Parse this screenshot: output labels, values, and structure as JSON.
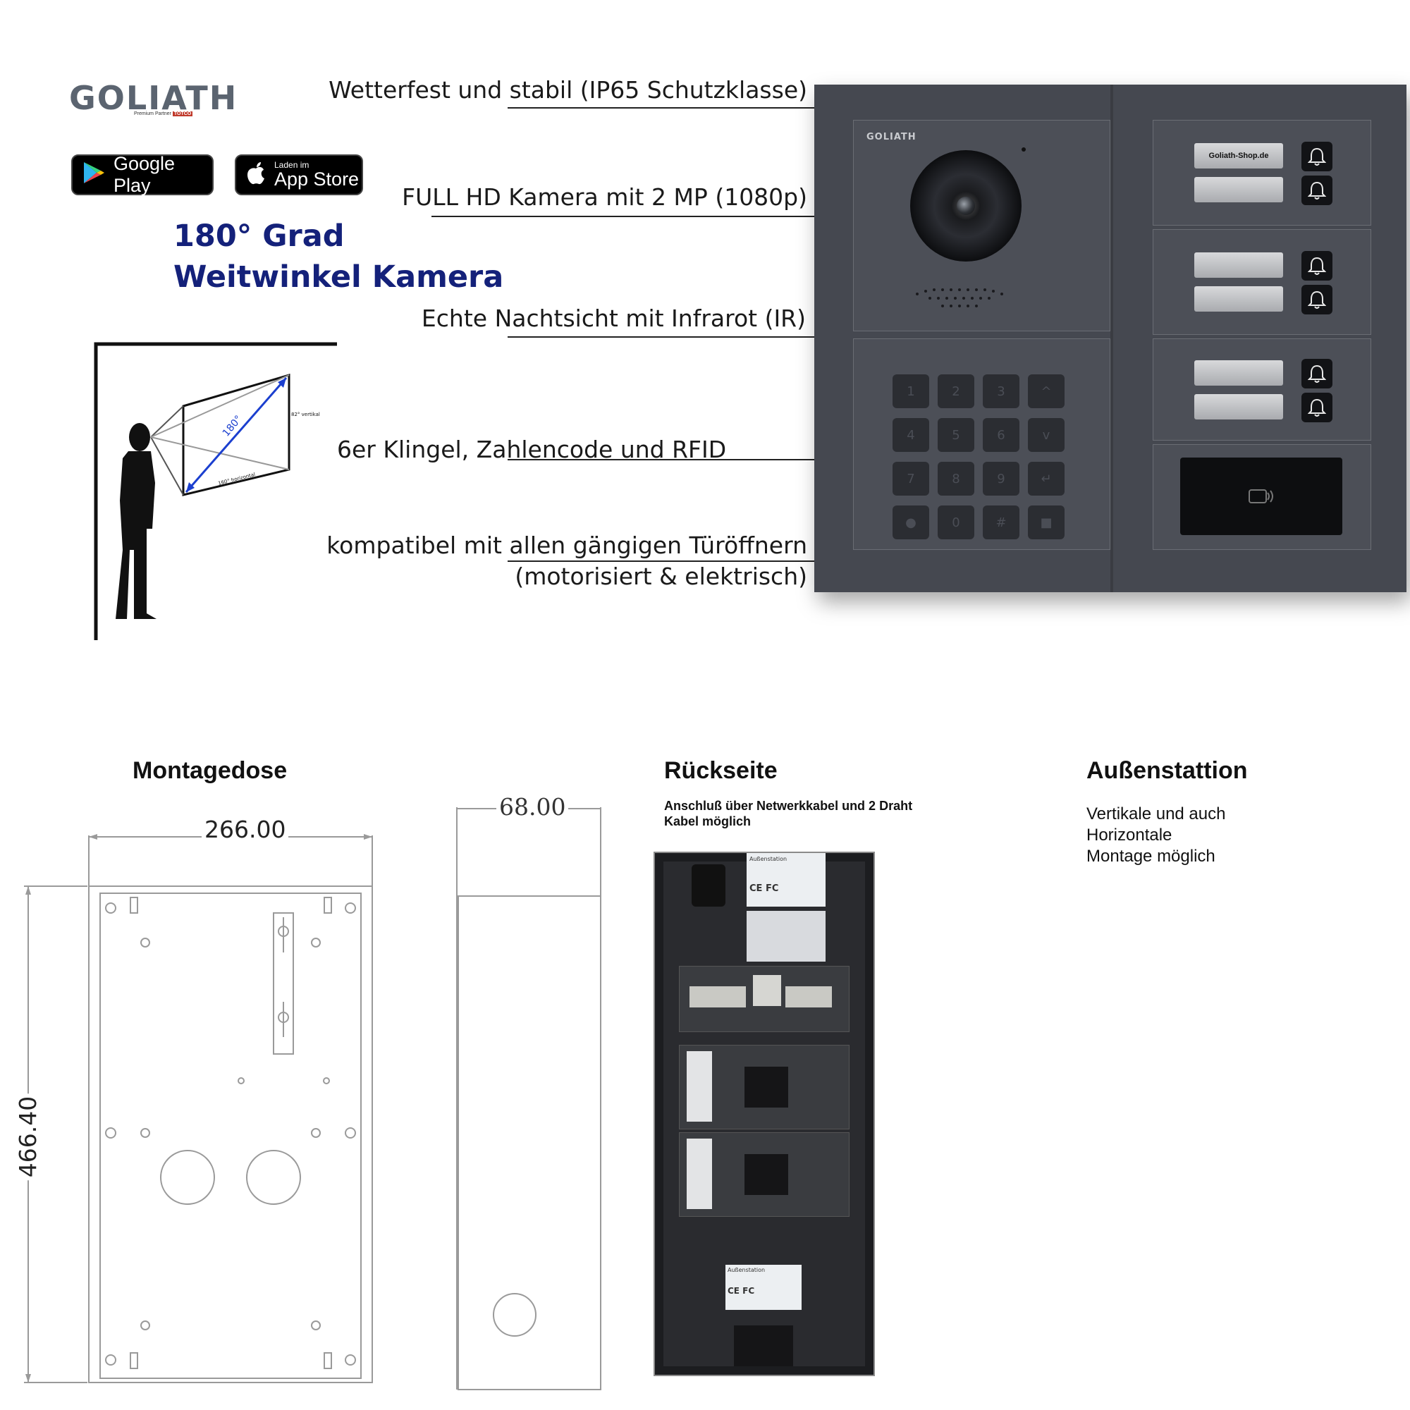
{
  "brand": {
    "logo_text": "GOLIATH",
    "partner_text": "Premium Partner",
    "partner_badge": "TOTCO"
  },
  "stores": {
    "google_play_label": "Google Play",
    "app_store_small": "Laden im",
    "app_store_label": "App Store"
  },
  "headline": {
    "line1": "180° Grad",
    "line2": "Weitwinkel Kamera"
  },
  "features": [
    {
      "text": "Wetterfest und stabil (IP65 Schutzklasse)"
    },
    {
      "text": "FULL HD Kamera mit 2 MP (1080p)"
    },
    {
      "text": "Echte Nachtsicht mit Infrarot (IR)"
    },
    {
      "text": "6er Klingel, Zahlencode und RFID"
    },
    {
      "text": "kompatibel mit allen gängigen Türöffnern"
    },
    {
      "text": "(motorisiert & elektrisch)"
    }
  ],
  "diagram": {
    "angle_label": "180°",
    "vertical_label": "82° vertikal",
    "horizontal_label": "160° horizontal"
  },
  "panel": {
    "camera_logo": "GOLIATH",
    "name_tag": "Goliath-Shop.de",
    "keys": [
      "1",
      "2",
      "3",
      "^",
      "4",
      "5",
      "6",
      "v",
      "7",
      "8",
      "9",
      "↵",
      "●",
      "0",
      "#",
      "■"
    ]
  },
  "montagedose": {
    "title": "Montagedose",
    "width_dim": "266.00",
    "height_dim": "466.40",
    "depth_dim": "68.00"
  },
  "rueckseite": {
    "title": "Rückseite",
    "subtitle_line1": "Anschluß über Netwerkkabel und 2 Draht",
    "subtitle_line2": "Kabel möglich",
    "label_text": "Außenstation",
    "ce_mark": "CE FC"
  },
  "aussenstation": {
    "title": "Außenstattion",
    "line1": "Vertikale und auch",
    "line2": "Horizontale",
    "line3": "Montage möglich"
  },
  "colors": {
    "heading_blue": "#14217a",
    "panel_gray": "#454850",
    "logo_blue": "#1a4aa8"
  }
}
